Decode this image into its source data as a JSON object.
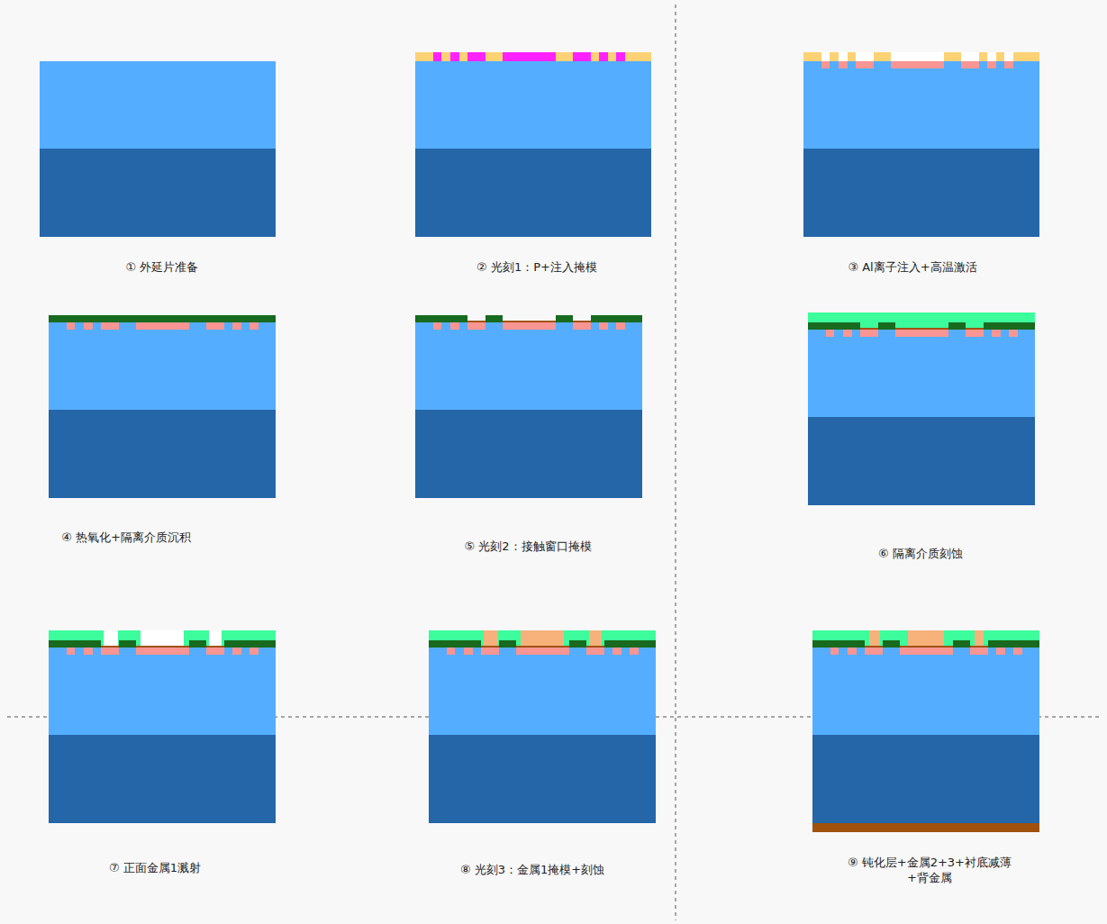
{
  "diagram": {
    "labels": [
      "① 外延片准备",
      "② 光刻1：P+注入掩模",
      "③ Al离子注入+高温激活",
      "④ 热氧化+隔离介质沉积",
      "⑤ 光刻2：接触窗口掩模",
      "⑥ 隔离介质刻蚀",
      "⑦ 正面金属1溅射",
      "⑧ 光刻3：金属1掩模+刻蚀",
      "⑨ 钝化层+金属2+3+衬底减薄 +背金属"
    ]
  }
}
